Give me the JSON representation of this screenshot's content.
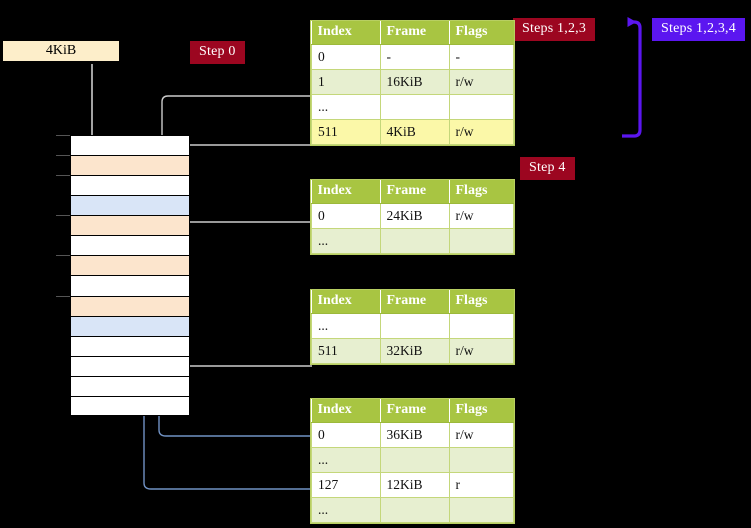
{
  "diagram": {
    "title_badges": [
      {
        "name": "steps-123",
        "label": "Steps 1,2,3",
        "color": "#9c0620"
      },
      {
        "name": "steps-1234",
        "label": "Steps 1,2,3,4",
        "color": "#5b16f0"
      },
      {
        "name": "step-0",
        "label": "Step 0",
        "color": "#9c0620"
      },
      {
        "name": "step-4",
        "label": "Step 4",
        "color": "#9c0620"
      }
    ],
    "frame_box": {
      "label": "4KiB"
    },
    "columns": [
      "Index",
      "Frame",
      "Flags"
    ],
    "tables": [
      {
        "name": "pml4-table",
        "headers": [
          "Index",
          "Frame",
          "Flags"
        ],
        "rows": [
          {
            "cells": [
              "0",
              "-",
              "-"
            ],
            "shade": "white",
            "highlight": false
          },
          {
            "cells": [
              "1",
              "16KiB",
              "r/w"
            ],
            "shade": "tint",
            "highlight": false
          },
          {
            "cells": [
              "...",
              "",
              ""
            ],
            "shade": "white",
            "highlight": false
          },
          {
            "cells": [
              "511",
              "4KiB",
              "r/w"
            ],
            "shade": "tint",
            "highlight": true
          }
        ]
      },
      {
        "name": "pdp-table",
        "headers": [
          "Index",
          "Frame",
          "Flags"
        ],
        "rows": [
          {
            "cells": [
              "0",
              "24KiB",
              "r/w"
            ],
            "shade": "white",
            "highlight": false
          },
          {
            "cells": [
              "...",
              "",
              ""
            ],
            "shade": "tint",
            "highlight": false
          }
        ]
      },
      {
        "name": "pd-table",
        "headers": [
          "Index",
          "Frame",
          "Flags"
        ],
        "rows": [
          {
            "cells": [
              "...",
              "",
              ""
            ],
            "shade": "white",
            "highlight": false
          },
          {
            "cells": [
              "511",
              "32KiB",
              "r/w"
            ],
            "shade": "tint",
            "highlight": false
          }
        ]
      },
      {
        "name": "pt-table",
        "headers": [
          "Index",
          "Frame",
          "Flags"
        ],
        "rows": [
          {
            "cells": [
              "0",
              "36KiB",
              "r/w"
            ],
            "shade": "white",
            "highlight": false
          },
          {
            "cells": [
              "...",
              "",
              ""
            ],
            "shade": "tint",
            "highlight": false
          },
          {
            "cells": [
              "127",
              "12KiB",
              "r"
            ],
            "shade": "white",
            "highlight": false
          },
          {
            "cells": [
              "...",
              "",
              ""
            ],
            "shade": "tint",
            "highlight": false
          }
        ]
      }
    ],
    "memory": {
      "name": "physical-memory-column",
      "rows": [
        {
          "shade": "white",
          "tick": true
        },
        {
          "shade": "peach",
          "tick": true
        },
        {
          "shade": "white",
          "tick": true
        },
        {
          "shade": "blue",
          "tick": false
        },
        {
          "shade": "peach",
          "tick": true
        },
        {
          "shade": "white",
          "tick": false
        },
        {
          "shade": "peach",
          "tick": true
        },
        {
          "shade": "white",
          "tick": false
        },
        {
          "shade": "peach",
          "tick": true
        },
        {
          "shade": "blue",
          "tick": false
        },
        {
          "shade": "white",
          "tick": false
        },
        {
          "shade": "white",
          "tick": false
        },
        {
          "shade": "white",
          "tick": false
        },
        {
          "shade": "white",
          "tick": false
        }
      ]
    },
    "colors": {
      "header_green": "#a8c542",
      "row_tint": "#e7efd0",
      "highlight_yellow": "#fbf8a8",
      "peach": "#fce5cd",
      "blue": "#d9e5f7",
      "cream": "#fdeeca",
      "wire_gray": "#bfbfbf",
      "wire_blue": "#7192c4",
      "badge_red": "#9c0620",
      "badge_purple": "#5b16f0",
      "background": "#000000"
    }
  }
}
